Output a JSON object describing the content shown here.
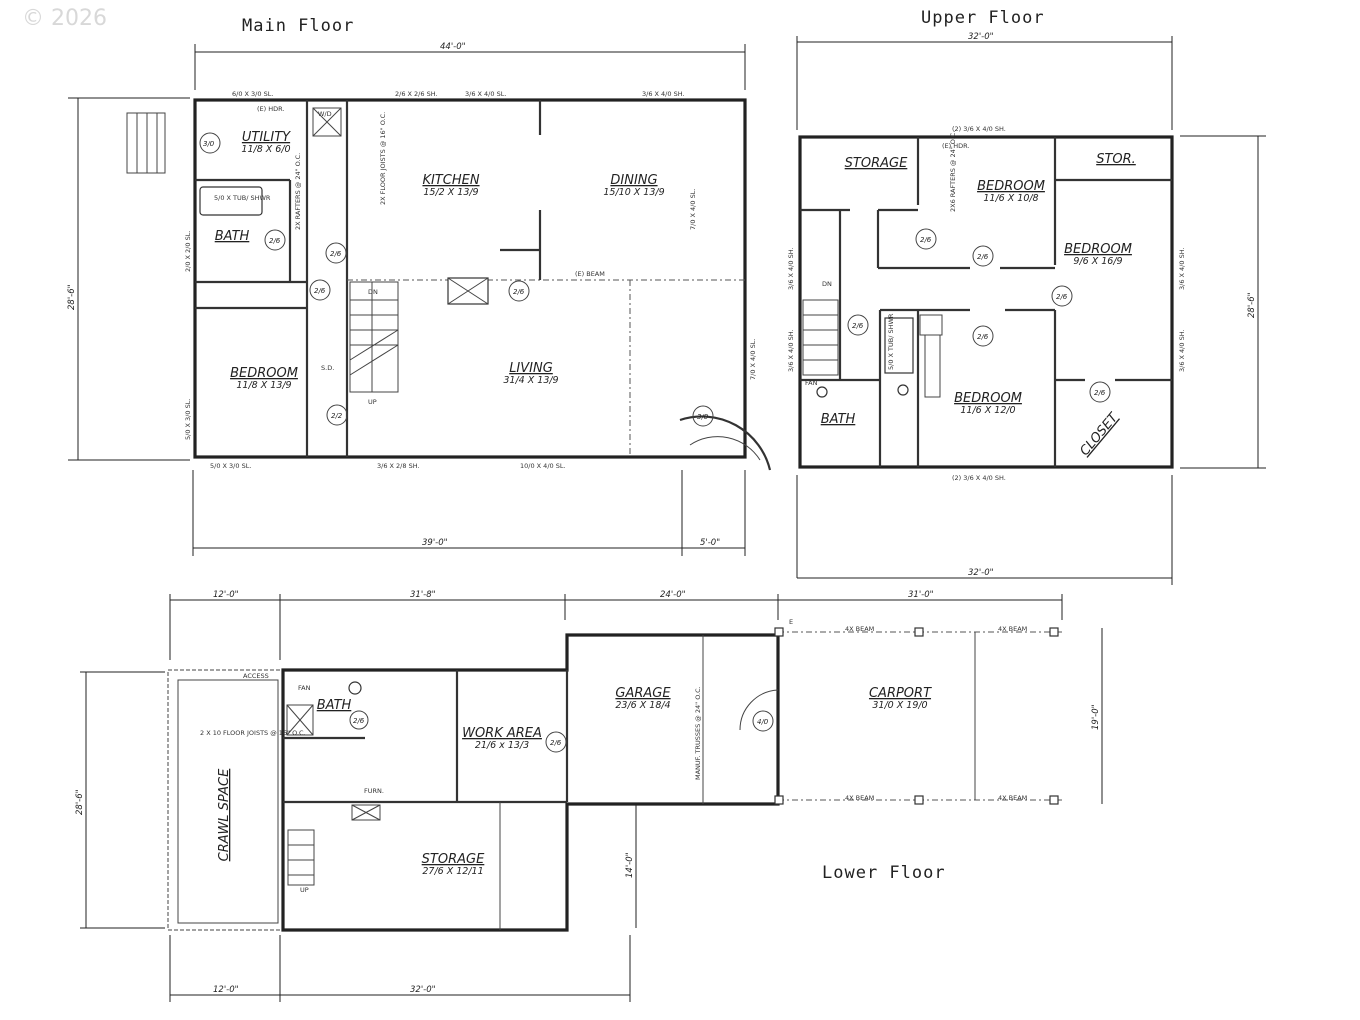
{
  "watermark": "© 2026",
  "main_floor": {
    "title": "Main Floor",
    "rooms": [
      {
        "name": "UTILITY",
        "size": "11/8 X 6/0"
      },
      {
        "name": "BATH",
        "size": ""
      },
      {
        "name": "KITCHEN",
        "size": "15/2 X 13/9"
      },
      {
        "name": "DINING",
        "size": "15/10 X 13/9"
      },
      {
        "name": "BEDROOM",
        "size": "11/8 X 13/9"
      },
      {
        "name": "LIVING",
        "size": "31/4 X 13/9"
      }
    ],
    "dimensions": {
      "top": "44'-0\"",
      "left": "28'-6\"",
      "bottom_main": "39'-0\"",
      "bottom_porch": "5'-0\""
    },
    "windows": [
      "6/0 X 3/0 SL.",
      "2/6 X 2/6 SH.",
      "3/6 X 4/0 SL.",
      "3/6 X 4/0 SH.",
      "7/0 X 4/0 SL.",
      "2/0 X 2/0 SL.",
      "5/0 X 3/0 SL.",
      "5/0 X 3/0 SL.",
      "3/6 X 2/8 SH.",
      "10/0 X 4/0 SL.",
      "7/0 X 4/0 SL."
    ],
    "notes": [
      "(E) HDR.",
      "(E) BEAM",
      "2X FLOOR JOISTS @ 16\" O.C.",
      "2X RAFTERS @ 24\" O.C.",
      "S.D.",
      "DN",
      "UP",
      "W/D",
      "5/0 X TUB/ SHWR"
    ],
    "doors": [
      "3/0",
      "2/6",
      "2/6",
      "2/6",
      "2/6",
      "2/2",
      "3/0"
    ]
  },
  "upper_floor": {
    "title": "Upper Floor",
    "rooms": [
      {
        "name": "STORAGE",
        "size": ""
      },
      {
        "name": "BEDROOM",
        "size": "11/6 X 10/8"
      },
      {
        "name": "STOR.",
        "size": ""
      },
      {
        "name": "BEDROOM",
        "size": "9/6 X 16/9"
      },
      {
        "name": "BATH",
        "size": ""
      },
      {
        "name": "BEDROOM",
        "size": "11/6 X 12/0"
      },
      {
        "name": "CLOSET",
        "size": ""
      }
    ],
    "dimensions": {
      "top": "32'-0\"",
      "bottom": "32'-0\"",
      "right": "28'-6\""
    },
    "windows": [
      "(2) 3/6 X 4/0 SH.",
      "(2) 3/6 X 4/0 SH.",
      "3/6 X 4/0 SH.",
      "3/6 X 4/0 SH.",
      "3/6 X 4/0 SH.",
      "3/6 X 4/0 SH."
    ],
    "notes": [
      "(E) HDR.",
      "2X6 RAFTERS @ 24\" O.C.",
      "DN",
      "FAN",
      "5/0 X TUB/ SHWR"
    ],
    "doors": [
      "2/6",
      "2/6",
      "2/6",
      "2/6",
      "2/6",
      "2/6",
      "2/6"
    ]
  },
  "lower_floor": {
    "title": "Lower Floor",
    "rooms": [
      {
        "name": "CRAWL SPACE",
        "size": ""
      },
      {
        "name": "BATH",
        "size": ""
      },
      {
        "name": "WORK AREA",
        "size": "21/6 x 13/3"
      },
      {
        "name": "GARAGE",
        "size": "23/6 X 18/4"
      },
      {
        "name": "CARPORT",
        "size": "31/0 X 19/0"
      },
      {
        "name": "STORAGE",
        "size": "27/6 X 12/11"
      }
    ],
    "dimensions": {
      "top_1": "12'-0\"",
      "top_2": "31'-8\"",
      "top_3": "24'-0\"",
      "top_4": "31'-0\"",
      "left": "28'-6\"",
      "right": "19'-0\"",
      "mid": "14'-0\"",
      "bottom_1": "12'-0\"",
      "bottom_2": "32'-0\""
    },
    "notes": [
      "ACCESS",
      "FAN",
      "FURN.",
      "UP",
      "2 X 10 FLOOR JOISTS @ 16\" O.C.",
      "MANUF. TRUSSES @ 24\" O.C.",
      "4X BEAM",
      "E"
    ],
    "doors": [
      "2/6",
      "2/6",
      "4/0"
    ]
  }
}
